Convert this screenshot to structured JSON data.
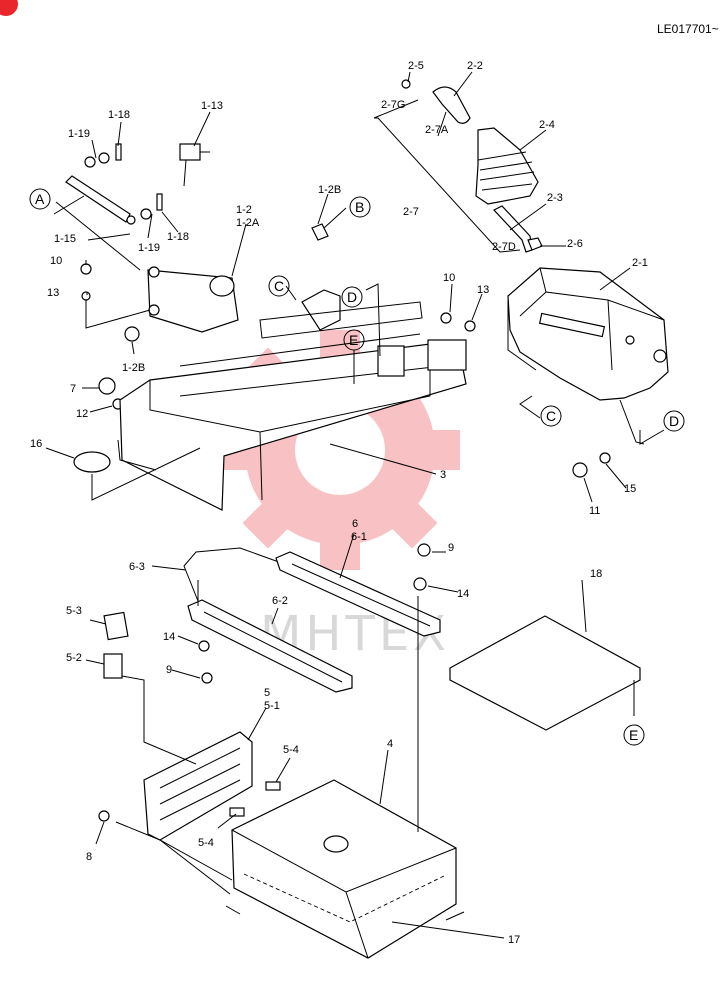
{
  "header": {
    "code": "LE017701~"
  },
  "watermark": {
    "text": "МНТЕХ",
    "color": "#e8262b"
  },
  "callouts": [
    {
      "id": "A",
      "text": "A"
    },
    {
      "id": "B",
      "text": "B"
    },
    {
      "id": "C1",
      "text": "C"
    },
    {
      "id": "C2",
      "text": "C"
    },
    {
      "id": "D1",
      "text": "D"
    },
    {
      "id": "D2",
      "text": "D"
    },
    {
      "id": "E1",
      "text": "E"
    },
    {
      "id": "E2",
      "text": "E"
    }
  ],
  "labels": {
    "l2_5": "2-5",
    "l2_2": "2-2",
    "l2_7G": "2-7G",
    "l2_7A": "2-7A",
    "l2_4": "2-4",
    "l2_7": "2-7",
    "l2_3": "2-3",
    "l2_7D": "2-7D",
    "l2_6": "2-6",
    "l2_1": "2-1",
    "l1_18a": "1-18",
    "l1_13": "1-13",
    "l1_19a": "1-19",
    "l1_2B_top": "1-2B",
    "l1_2": "1-2",
    "l1_2A": "1-2A",
    "l1_15": "1-15",
    "l1_19b": "1-19",
    "l1_18b": "1-18",
    "l10a": "10",
    "l13a": "13",
    "l10b": "10",
    "l13b": "13",
    "l1_2B_bot": "1-2B",
    "l7": "7",
    "l12": "12",
    "l16": "16",
    "l3": "3",
    "l11": "11",
    "l15": "15",
    "l6": "6",
    "l6_1": "6-1",
    "l6_3": "6-3",
    "l6_2": "6-2",
    "l9a": "9",
    "l14a": "14",
    "l14b": "14",
    "l9b": "9",
    "l18": "18",
    "l5_3": "5-3",
    "l5_2": "5-2",
    "l5": "5",
    "l5_1": "5-1",
    "l5_4a": "5-4",
    "l5_4b": "5-4",
    "l4": "4",
    "l8": "8",
    "l17": "17"
  }
}
